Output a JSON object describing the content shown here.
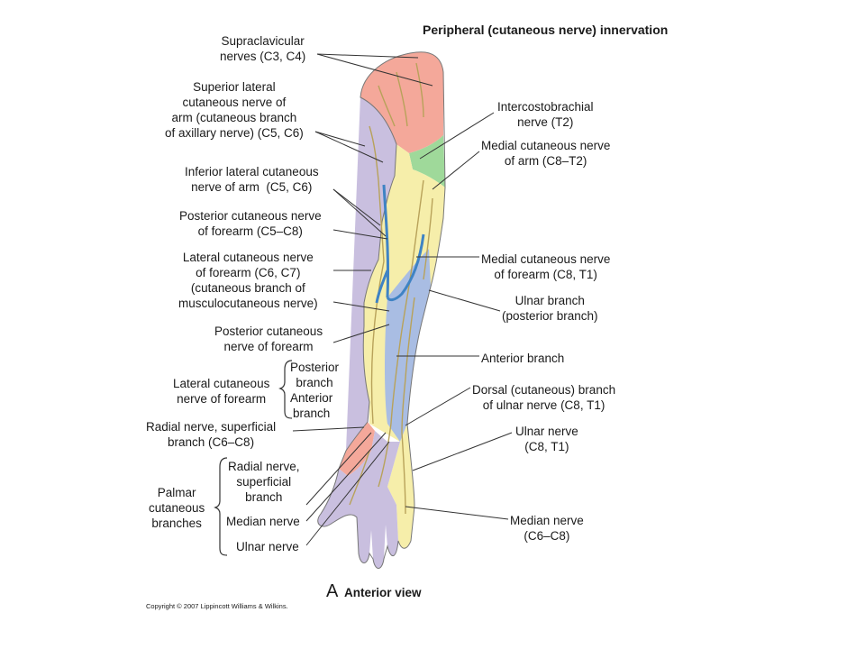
{
  "title": "Peripheral (cutaneous nerve) innervation",
  "labels": {
    "supraclavicular": "Supraclavicular\nnerves (C3, C4)",
    "superior_lateral": "Superior lateral\ncutaneous nerve of\narm (cutaneous branch\nof axillary nerve) (C5, C6)",
    "inferior_lateral": "Inferior lateral cutaneous\nnerve of arm  (C5, C6)",
    "posterior_forearm_top": "Posterior cutaneous nerve\nof forearm (C5–C8)",
    "lateral_forearm_top": "Lateral cutaneous nerve\nof forearm (C6, C7)\n(cutaneous branch of\nmusculocutaneous nerve)",
    "posterior_forearm_mid": "Posterior cutaneous\nnerve of forearm",
    "lateral_forearm_group": "Lateral cutaneous\nnerve of forearm",
    "posterior_branch": "Posterior\nbranch",
    "anterior_branch_left": "Anterior\nbranch",
    "radial_superficial": "Radial nerve, superficial\nbranch (C6–C8)",
    "palmar_group": "Palmar\ncutaneous\nbranches",
    "palmar_radial": "Radial nerve,\nsuperficial\nbranch",
    "palmar_median": "Median nerve",
    "palmar_ulnar": "Ulnar nerve",
    "intercostobrachial": "Intercostobrachial\nnerve (T2)",
    "medial_arm": "Medial cutaneous nerve\nof arm (C8–T2)",
    "medial_forearm": "Medial cutaneous nerve\nof forearm (C8, T1)",
    "ulnar_branch": "Ulnar branch\n(posterior branch)",
    "anterior_branch_right": "Anterior branch",
    "dorsal_ulnar": "Dorsal (cutaneous) branch\nof ulnar nerve (C8, T1)",
    "ulnar_nerve": "Ulnar nerve\n(C8, T1)",
    "median_nerve": "Median nerve\n(C6–C8)"
  },
  "view_letter": "A",
  "view_label": "Anterior view",
  "copyright": "Copyright © 2007 Lippincott Williams & Wilkins.",
  "colors": {
    "supraclavicular": "#f4a89a",
    "lavender": "#c9bfdf",
    "yellow": "#f6eeaa",
    "blue": "#a9bde3",
    "green": "#9fd99a",
    "nerve": "#b8a25a",
    "vein": "#3f83c4"
  }
}
